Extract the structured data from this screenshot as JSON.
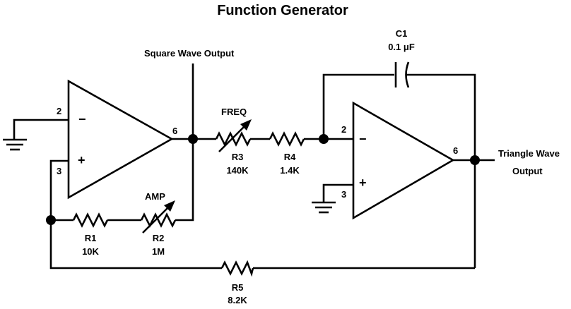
{
  "title": "Function Generator",
  "outputs": {
    "square": "Square Wave Output",
    "triangle_line1": "Triangle Wave",
    "triangle_line2": "Output"
  },
  "opamp1": {
    "pin_inverting": "2",
    "pin_noninverting": "3",
    "pin_output": "6",
    "minus": "−",
    "plus": "+"
  },
  "opamp2": {
    "pin_inverting": "2",
    "pin_noninverting": "3",
    "pin_output": "6",
    "minus": "−",
    "plus": "+"
  },
  "components": {
    "freq_label": "FREQ",
    "amp_label": "AMP",
    "r1": {
      "name": "R1",
      "value": "10K"
    },
    "r2": {
      "name": "R2",
      "value": "1M"
    },
    "r3": {
      "name": "R3",
      "value": "140K"
    },
    "r4": {
      "name": "R4",
      "value": "1.4K"
    },
    "r5": {
      "name": "R5",
      "value": "8.2K"
    },
    "c1": {
      "name": "C1",
      "value": "0.1 μF"
    }
  }
}
